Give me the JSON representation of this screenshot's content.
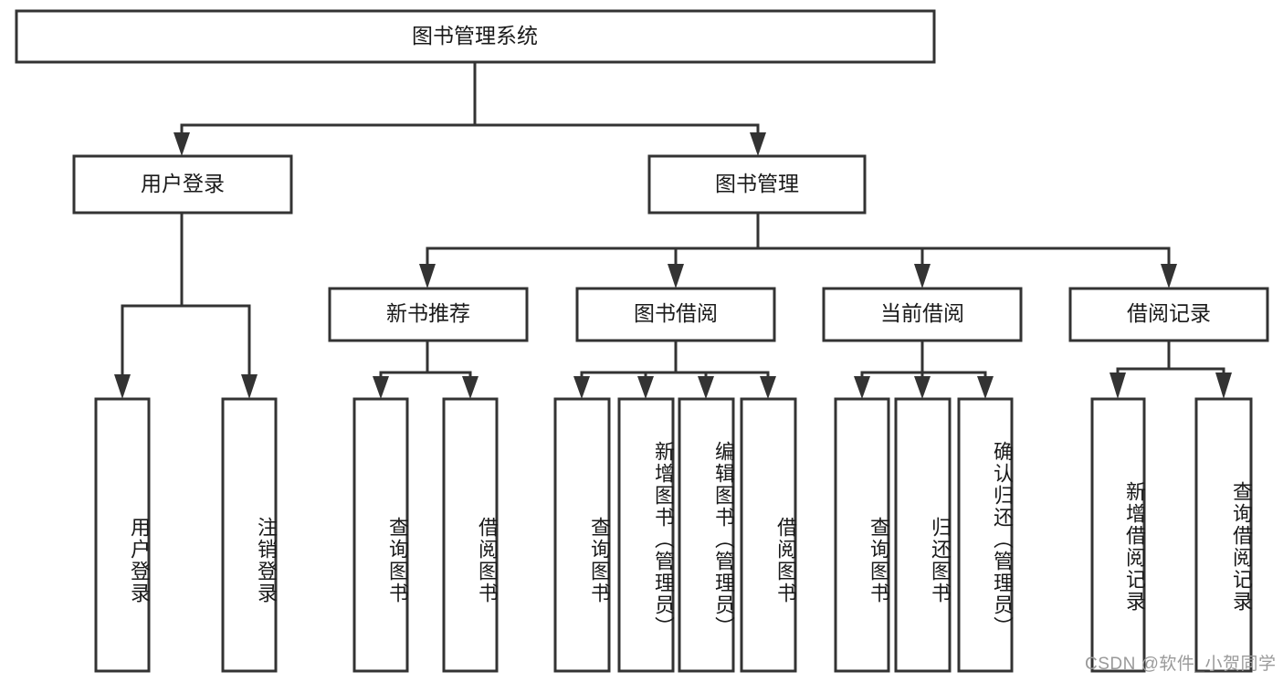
{
  "diagram": {
    "type": "tree",
    "title_text": "图书管理系统",
    "orientation": "top-down",
    "colors": {
      "box_stroke": "#333333",
      "box_fill": "#ffffff",
      "text": "#1a1a1a",
      "background": "#ffffff",
      "watermark": "#9a9a9a"
    },
    "root": {
      "label": "图书管理系统"
    },
    "level2": [
      {
        "label": "用户登录"
      },
      {
        "label": "图书管理"
      }
    ],
    "level3": [
      {
        "label": "新书推荐"
      },
      {
        "label": "图书借阅"
      },
      {
        "label": "当前借阅"
      },
      {
        "label": "借阅记录"
      }
    ],
    "leaves": {
      "user_login_children": [
        {
          "label": "用户登录"
        },
        {
          "label": "注销登录"
        }
      ],
      "new_book_children": [
        {
          "label": "查询图书"
        },
        {
          "label": "借阅图书"
        }
      ],
      "book_borrow_children": [
        {
          "label": "查询图书"
        },
        {
          "label": "新增图书（管理员）"
        },
        {
          "label": "编辑图书（管理员）"
        },
        {
          "label": "借阅图书"
        }
      ],
      "current_borrow_children": [
        {
          "label": "查询图书"
        },
        {
          "label": "归还图书"
        },
        {
          "label": "确认归还（管理员）"
        }
      ],
      "borrow_record_children": [
        {
          "label": "新增借阅记录"
        },
        {
          "label": "查询借阅记录"
        }
      ]
    },
    "watermark": "CSDN @软件_小贺同学"
  }
}
